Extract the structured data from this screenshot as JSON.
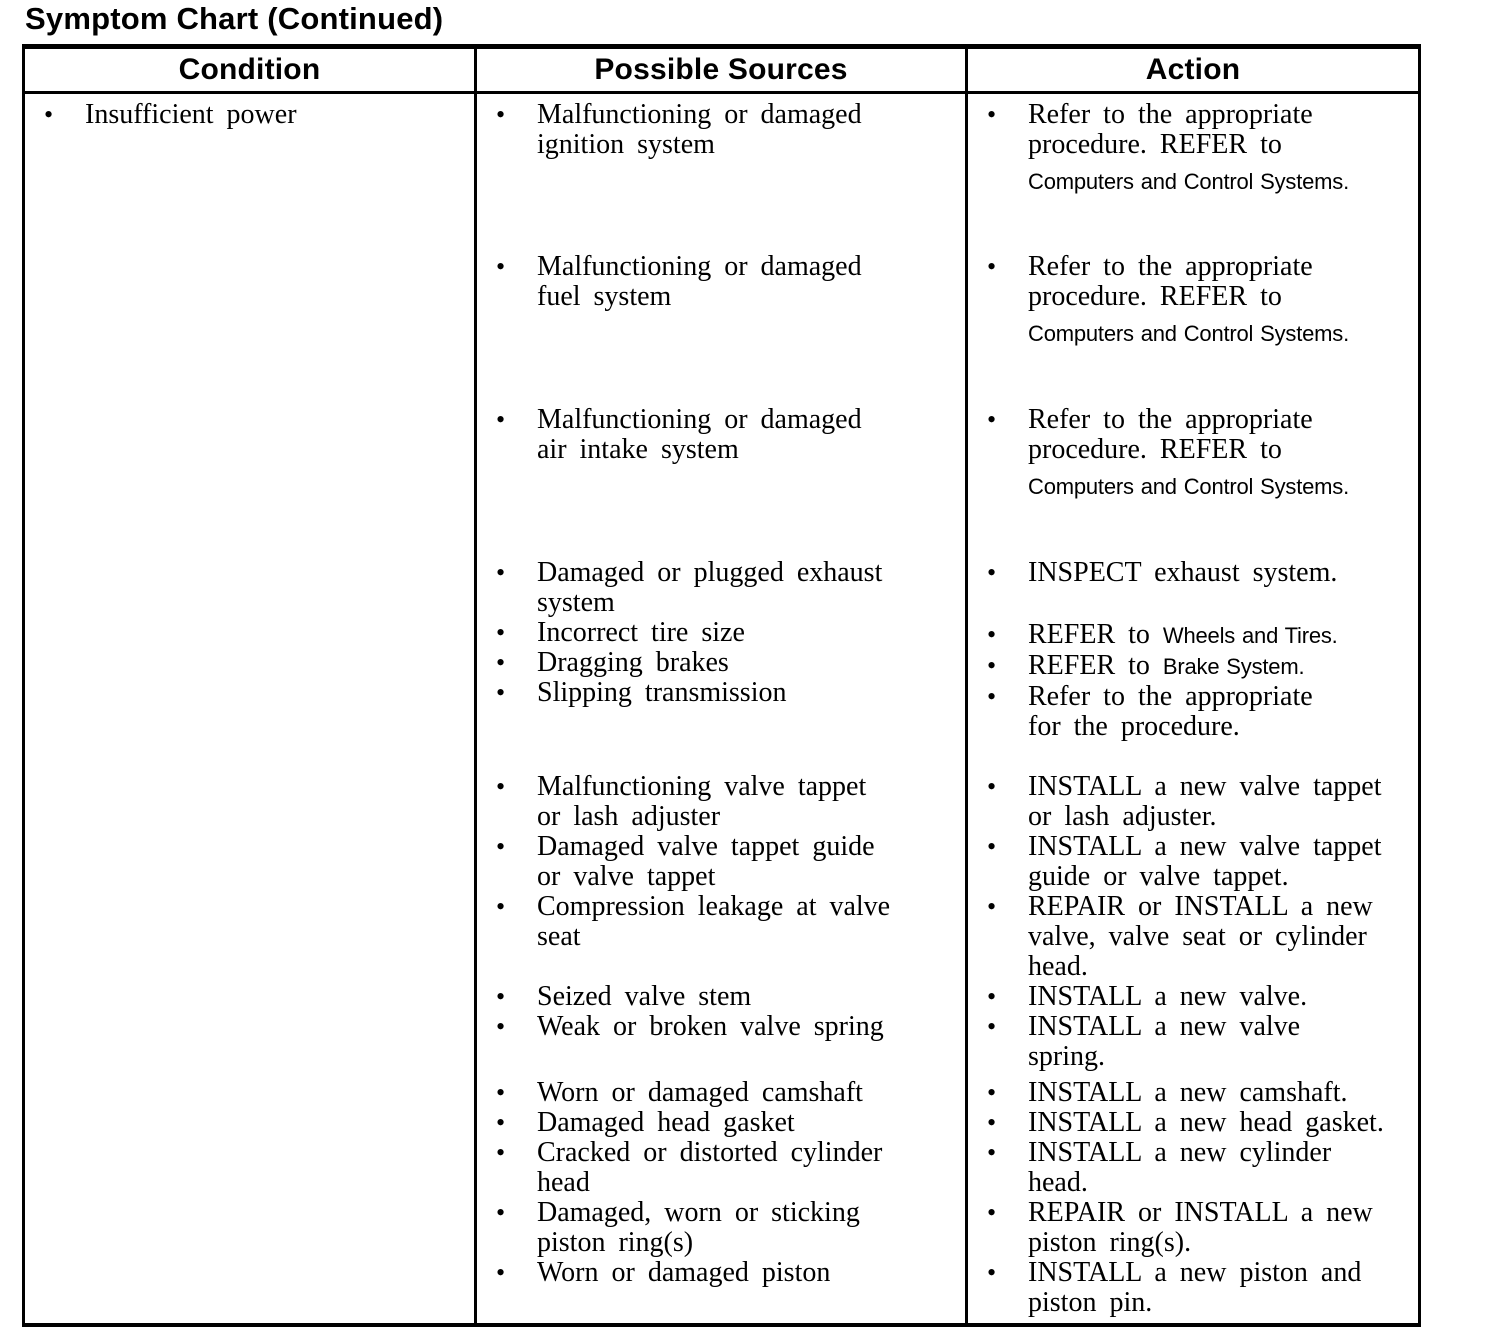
{
  "title": "Symptom Chart (Continued)",
  "table": {
    "headers": [
      "Condition",
      "Possible Sources",
      "Action"
    ],
    "condition": "Insufficient power",
    "bands": [
      {
        "sources": [
          {
            "lines": [
              "Malfunctioning or damaged",
              "ignition system"
            ]
          }
        ],
        "actions": [
          {
            "lines": [
              "Refer to the appropriate",
              "procedure. REFER to",
              {
                "ref": "Computers and Control Systems."
              }
            ]
          }
        ]
      },
      {
        "sources": [
          {
            "lines": [
              "Malfunctioning or damaged",
              "fuel system"
            ]
          }
        ],
        "actions": [
          {
            "lines": [
              "Refer to the appropriate",
              "procedure. REFER to",
              {
                "ref": "Computers and Control Systems."
              }
            ]
          }
        ]
      },
      {
        "sources": [
          {
            "lines": [
              "Malfunctioning or damaged",
              "air intake system"
            ]
          }
        ],
        "actions": [
          {
            "lines": [
              "Refer to the appropriate",
              "procedure. REFER to",
              {
                "ref": "Computers and Control Systems."
              }
            ]
          }
        ]
      },
      {
        "sources": [
          {
            "lines": [
              "Damaged or plugged exhaust",
              "system"
            ]
          },
          {
            "lines": [
              "Incorrect tire size"
            ]
          },
          {
            "lines": [
              "Dragging brakes"
            ]
          },
          {
            "lines": [
              "Slipping transmission"
            ]
          }
        ],
        "actions": [
          {
            "lines": [
              {
                "t": "INSPECT exhaust system."
              }
            ]
          },
          {
            "mt": 32,
            "lines": [
              {
                "t": "REFER to ",
                "ref": "Wheels and Tires."
              }
            ]
          },
          {
            "lines": [
              {
                "t": "REFER to ",
                "ref": "Brake System."
              }
            ]
          },
          {
            "lines": [
              "Refer to the appropriate",
              "for the procedure."
            ]
          }
        ]
      },
      {
        "sources": [
          {
            "lines": [
              "Malfunctioning valve tappet",
              "or lash adjuster"
            ]
          },
          {
            "lines": [
              "Damaged valve tappet guide",
              "or valve tappet"
            ]
          },
          {
            "lines": [
              "Compression leakage at valve",
              "seat"
            ]
          }
        ],
        "actions": [
          {
            "lines": [
              "INSTALL a new valve tappet",
              "or lash adjuster."
            ]
          },
          {
            "lines": [
              "INSTALL a new valve tappet",
              "guide or valve tappet."
            ]
          },
          {
            "lines": [
              "REPAIR or INSTALL a new",
              "valve, valve seat or cylinder",
              "head."
            ]
          }
        ]
      },
      {
        "sources": [
          {
            "lines": [
              "Seized valve stem"
            ]
          },
          {
            "lines": [
              "Weak or broken valve spring"
            ]
          }
        ],
        "actions": [
          {
            "lines": [
              "INSTALL a new valve."
            ]
          },
          {
            "lines": [
              "INSTALL a new valve",
              "spring."
            ]
          }
        ]
      },
      {
        "sources": [
          {
            "lines": [
              "Worn or damaged camshaft"
            ]
          },
          {
            "lines": [
              "Damaged head gasket"
            ]
          },
          {
            "lines": [
              "Cracked or distorted cylinder",
              "head"
            ]
          },
          {
            "lines": [
              "Damaged, worn or sticking",
              "piston ring(s)"
            ]
          },
          {
            "lines": [
              "Worn or damaged piston"
            ]
          }
        ],
        "actions": [
          {
            "lines": [
              "INSTALL a new camshaft."
            ]
          },
          {
            "lines": [
              "INSTALL a new head gasket."
            ]
          },
          {
            "lines": [
              "INSTALL a new cylinder",
              "head."
            ]
          },
          {
            "lines": [
              "REPAIR or INSTALL a new",
              "piston ring(s)."
            ]
          },
          {
            "lines": [
              "INSTALL a new piston and",
              "piston pin."
            ]
          }
        ]
      }
    ]
  }
}
